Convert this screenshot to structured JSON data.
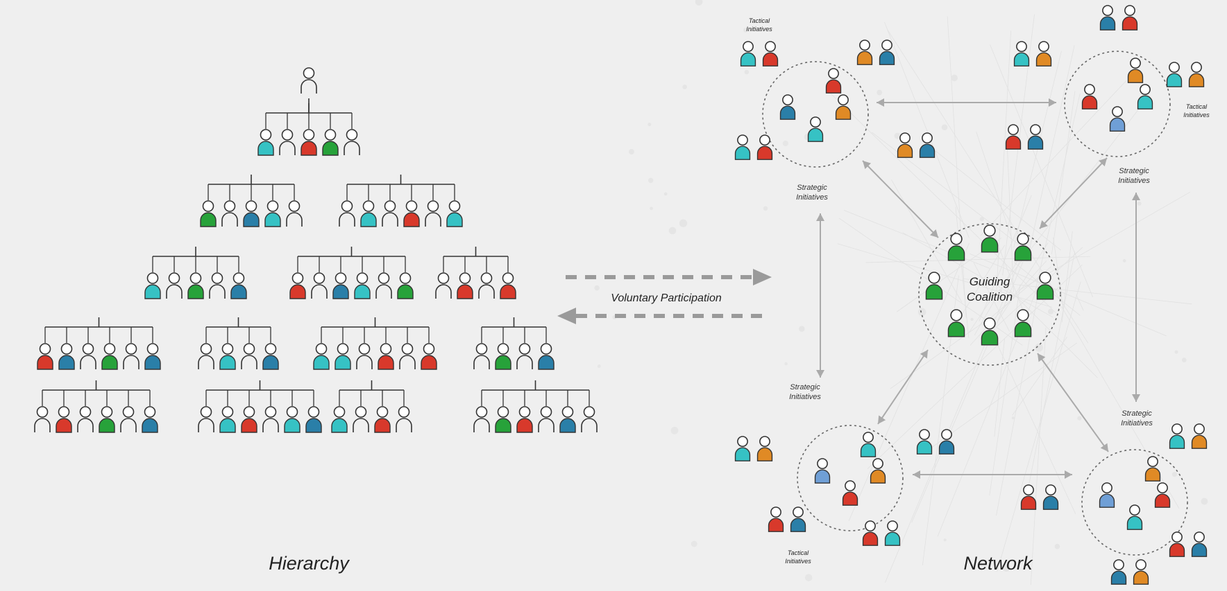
{
  "labels": {
    "hierarchy": "Hierarchy",
    "network": "Network",
    "voluntary": "Voluntary Participation",
    "guiding_line1": "Guiding",
    "guiding_line2": "Coalition",
    "strategic_line1": "Strategic",
    "strategic_line2": "Initiatives",
    "tactical_line1": "Tactical",
    "tactical_line2": "Initiatives"
  },
  "colors": {
    "red": "#d8392b",
    "green": "#27a23a",
    "blue": "#2a7fa8",
    "teal": "#36c2c4",
    "orange": "#e08a25",
    "lightblue": "#6f9fd6",
    "outline": "#333333",
    "background": "#efefef"
  },
  "hierarchy": {
    "root": "w",
    "levels": [
      [
        [
          "t",
          "w",
          "r",
          "g",
          "w"
        ]
      ],
      [
        [
          "g",
          "w",
          "b",
          "t",
          "w"
        ],
        [
          "w",
          "t",
          "w",
          "r",
          "w",
          "t"
        ]
      ],
      [
        [
          "t",
          "w",
          "g",
          "w",
          "b"
        ],
        [
          "r",
          "w",
          "b",
          "t",
          "w",
          "g"
        ],
        [
          "w",
          "r",
          "w",
          "r"
        ]
      ],
      [
        [
          "r",
          "b",
          "w",
          "g",
          "w",
          "b"
        ],
        [
          "w",
          "t",
          "w",
          "b"
        ],
        [
          "t",
          "t",
          "w",
          "r",
          "w",
          "r"
        ],
        [
          "w",
          "g",
          "w",
          "b"
        ]
      ],
      [
        [
          "w",
          "r",
          "w",
          "g",
          "w",
          "b"
        ],
        [
          "w",
          "t",
          "r",
          "w",
          "t",
          "b"
        ],
        [
          "t",
          "w",
          "r",
          "w"
        ],
        [
          "w",
          "g",
          "r",
          "w",
          "b",
          "w"
        ]
      ]
    ]
  },
  "network": {
    "center": [
      "g",
      "g",
      "g",
      "g",
      "g",
      "g",
      "g",
      "g"
    ],
    "circles": [
      [
        "r",
        "b",
        "o",
        "t"
      ],
      [
        "o",
        "r",
        "t",
        "l"
      ],
      [
        "t",
        "l",
        "o",
        "r"
      ],
      [
        "o",
        "l",
        "r",
        "t"
      ]
    ],
    "pairs": [
      [
        "t",
        "r"
      ],
      [
        "o",
        "b"
      ],
      [
        "t",
        "r"
      ],
      [
        "o",
        "b"
      ],
      [
        "b",
        "r"
      ],
      [
        "t",
        "o"
      ],
      [
        "r",
        "b"
      ],
      [
        "t",
        "o"
      ],
      [
        "t",
        "o"
      ],
      [
        "t",
        "b"
      ],
      [
        "r",
        "b"
      ],
      [
        "r",
        "t"
      ],
      [
        "r",
        "b"
      ],
      [
        "t",
        "o"
      ],
      [
        "r",
        "b"
      ],
      [
        "b",
        "o"
      ]
    ]
  }
}
